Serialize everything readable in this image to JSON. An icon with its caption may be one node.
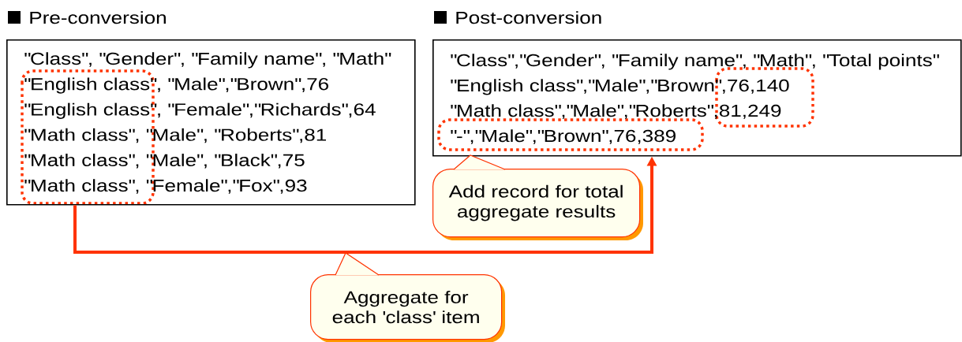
{
  "diagram": {
    "nodes": [
      {
        "text": [
          "Pre-conversion",
          "\"Class\", \"Gender\", \"Family name\", \"Math\"",
          "\"English class\", \"Male\",\"Brown\",76",
          "\"English class\", \"Female\",\"Richards\",64",
          "\"Math class\", \"Male\", \"Roberts\",81",
          "\"Math class\", \"Male\", \"Black\",75",
          "\"Math class\", \"Female\",\"Fox\",93"
        ]
      },
      {
        "text": [
          "Post-conversion",
          "\"Class\",\"Gender\", \"Family name\", \"Math\", \"Total points\"",
          "\"English class\",\"Male\",\"Brown\",76,140",
          "\"Math class\",\"Male\",\"Roberts\",81,249",
          "\"-\",\"Male\",\"Brown\",76,389"
        ]
      },
      {
        "text": [
          "Add record for total aggregate results"
        ]
      },
      {
        "text": [
          "Aggregate for each 'class' item"
        ]
      }
    ],
    "edges": [
      {
        "from": 0,
        "to": 1,
        "arrow": "to"
      }
    ]
  }
}
